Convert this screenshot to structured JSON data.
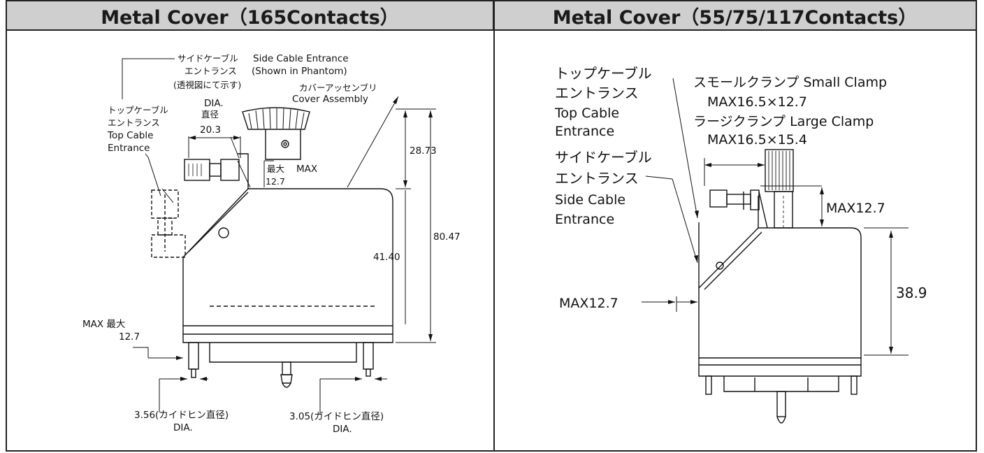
{
  "panels": {
    "left_title": "Metal Cover（165Contacts）",
    "right_title": "Metal Cover（55/75/117Contacts）"
  },
  "left": {
    "side_cable_jp": "サイドケーブル",
    "side_cable_en": "Side Cable Entrance",
    "entrance_jp": "エントランス",
    "phantom_en": "(Shown in Phantom)",
    "phantom_jp": "(透視図にて示す)",
    "cover_jp": "カバーアッセンブリ",
    "cover_en": "Cover Assembly",
    "dia_en": "DIA.",
    "dia_jp": "直径",
    "dim_20_3": "20.3",
    "top_cable_jp": "トップケーブル",
    "top_entrance_jp": "エントランス",
    "top_cable_en": "Top Cable",
    "entrance_en": "Entrance",
    "max_jp": "最大",
    "max_en": "MAX",
    "dim_12_7_top": "12.7",
    "dim_28_73": "28.73",
    "dim_80_47": "80.47",
    "dim_41_40": "41.40",
    "max_side": "MAX 最大",
    "dim_12_7_side": "12.7",
    "pin_356": "3.56(カイドヒン直径)",
    "pin_305": "3.05(ガイドヒン直径)",
    "pin_dia_1": "DIA.",
    "pin_dia_2": "DIA."
  },
  "right": {
    "top_cable_jp": "トップケーブル",
    "top_entrance_jp": "エントランス",
    "top_cable_en": "Top Cable",
    "top_entrance_en": "Entrance",
    "small_clamp": "スモールクランプ Small Clamp",
    "small_clamp_max": "MAX16.5×12.7",
    "large_clamp": "ラージクランプ Large Clamp",
    "large_clamp_max": "MAX16.5×15.4",
    "side_cable_jp": "サイドケーブル",
    "side_entrance_jp": "エントランス",
    "side_cable_en": "Side Cable",
    "side_entrance_en": "Entrance",
    "max_top": "MAX12.7",
    "dim_38_9": "38.9",
    "max_side": "MAX12.7"
  }
}
